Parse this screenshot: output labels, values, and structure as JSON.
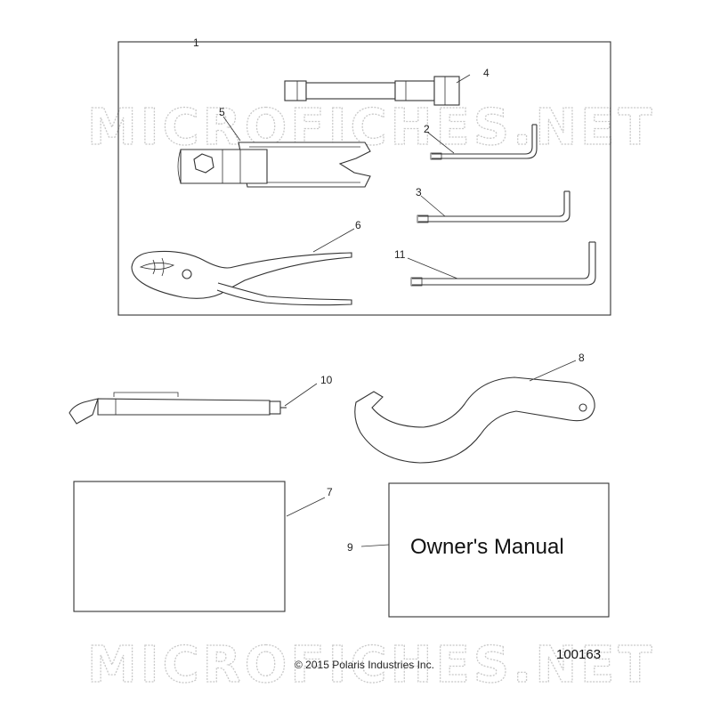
{
  "watermark": "MICROFICHES.NET",
  "manual_label": "Owner's Manual",
  "copyright": "© 2015 Polaris Industries Inc.",
  "figure_id": "100163",
  "callouts": {
    "c1": "1",
    "c2": "2",
    "c3": "3",
    "c4": "4",
    "c5": "5",
    "c6": "6",
    "c7": "7",
    "c8": "8",
    "c9": "9",
    "c10": "10",
    "c11": "11"
  }
}
